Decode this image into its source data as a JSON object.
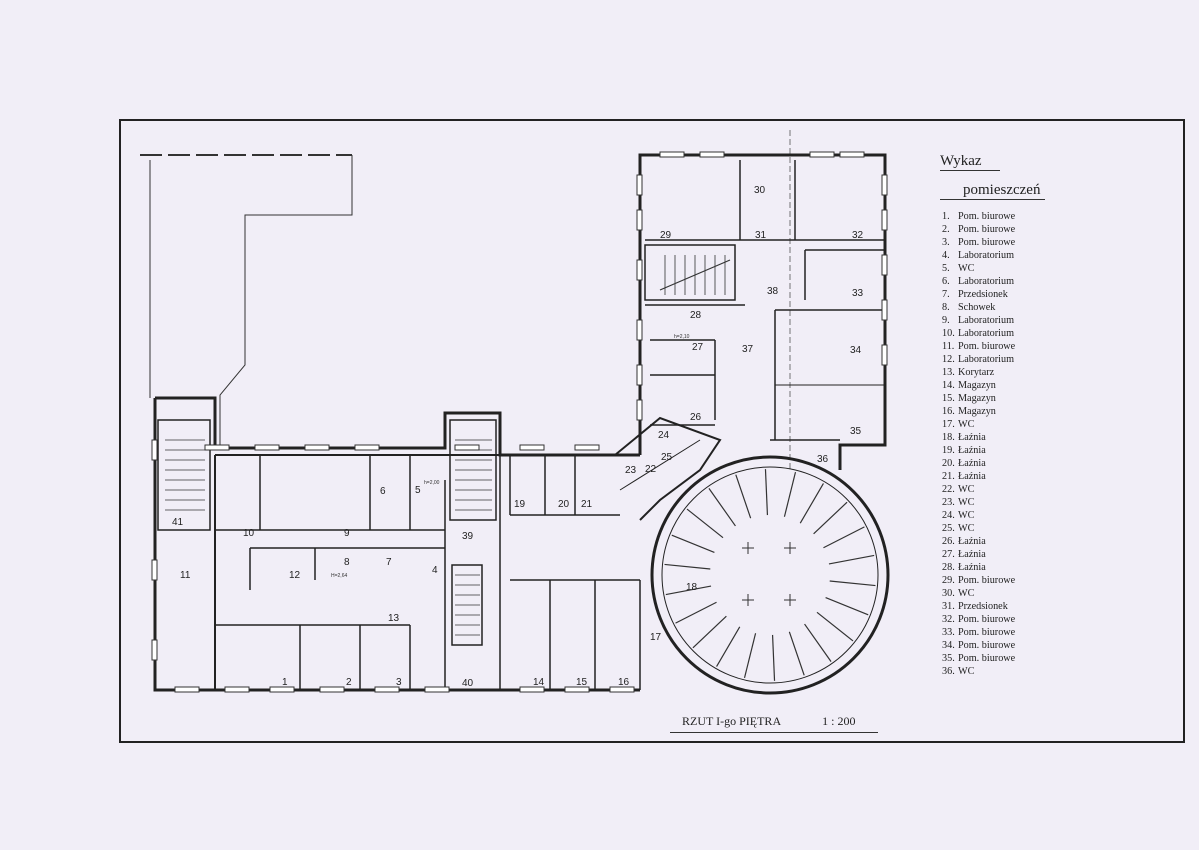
{
  "legend": {
    "title_line1": "Wykaz",
    "title_line2": "pomieszczeń",
    "items": [
      {
        "num": "1.",
        "name": "Pom. biurowe"
      },
      {
        "num": "2.",
        "name": "Pom. biurowe"
      },
      {
        "num": "3.",
        "name": "Pom. biurowe"
      },
      {
        "num": "4.",
        "name": "Laboratorium"
      },
      {
        "num": "5.",
        "name": "WC"
      },
      {
        "num": "6.",
        "name": "Laboratorium"
      },
      {
        "num": "7.",
        "name": "Przedsionek"
      },
      {
        "num": "8.",
        "name": "Schowek"
      },
      {
        "num": "9.",
        "name": "Laboratorium"
      },
      {
        "num": "10.",
        "name": "Laboratorium"
      },
      {
        "num": "11.",
        "name": "Pom. biurowe"
      },
      {
        "num": "12.",
        "name": "Laboratorium"
      },
      {
        "num": "13.",
        "name": "Korytarz"
      },
      {
        "num": "14.",
        "name": "Magazyn"
      },
      {
        "num": "15.",
        "name": "Magazyn"
      },
      {
        "num": "16.",
        "name": "Magazyn"
      },
      {
        "num": "17.",
        "name": "WC"
      },
      {
        "num": "18.",
        "name": "Łaźnia"
      },
      {
        "num": "19.",
        "name": "Łaźnia"
      },
      {
        "num": "20.",
        "name": "Łaźnia"
      },
      {
        "num": "21.",
        "name": "Łaźnia"
      },
      {
        "num": "22.",
        "name": "WC"
      },
      {
        "num": "23.",
        "name": "WC"
      },
      {
        "num": "24.",
        "name": "WC"
      },
      {
        "num": "25.",
        "name": "WC"
      },
      {
        "num": "26.",
        "name": "Łaźnia"
      },
      {
        "num": "27.",
        "name": "Łaźnia"
      },
      {
        "num": "28.",
        "name": "Łaźnia"
      },
      {
        "num": "29.",
        "name": "Pom. biurowe"
      },
      {
        "num": "30.",
        "name": "WC"
      },
      {
        "num": "31.",
        "name": "Przedsionek"
      },
      {
        "num": "32.",
        "name": "Pom. biurowe"
      },
      {
        "num": "33.",
        "name": "Pom. biurowe"
      },
      {
        "num": "34.",
        "name": "Pom. biurowe"
      },
      {
        "num": "35.",
        "name": "Pom. biurowe"
      },
      {
        "num": "36.",
        "name": "WC"
      }
    ]
  },
  "title_block": {
    "plan_name": "RZUT I-go PIĘTRA",
    "scale": "1 : 200"
  },
  "annotations": {
    "a_210": "h=2,10",
    "a_264": "H=2,64",
    "a_200": "h=2,00"
  },
  "room_labels": [
    "1",
    "2",
    "3",
    "4",
    "5",
    "6",
    "7",
    "8",
    "9",
    "10",
    "11",
    "12",
    "13",
    "14",
    "15",
    "16",
    "17",
    "18",
    "19",
    "20",
    "21",
    "22",
    "23",
    "24",
    "25",
    "26",
    "27",
    "28",
    "29",
    "30",
    "31",
    "32",
    "33",
    "34",
    "35",
    "36",
    "37",
    "38",
    "39",
    "40",
    "41"
  ],
  "colors": {
    "paper": "#f1eef7",
    "ink": "#222222"
  }
}
